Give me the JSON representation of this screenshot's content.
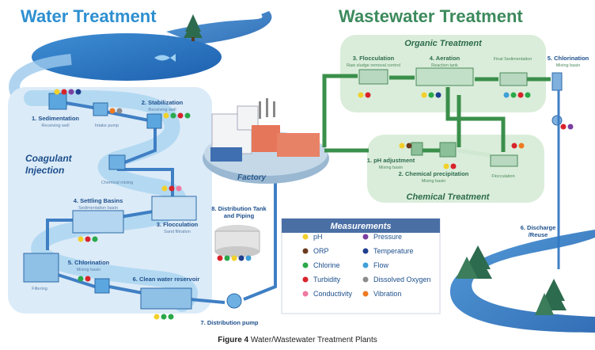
{
  "titles": {
    "water": "Water Treatment",
    "wastewater": "Wastewater Treatment"
  },
  "water_treatment": {
    "coagulant": "Coagulant Injection",
    "steps": [
      {
        "label": "1. Sedimentation",
        "sub": "Receiving well"
      },
      {
        "label": "",
        "sub": "Intake pump"
      },
      {
        "label": "2. Stabilization",
        "sub": "Receiving well"
      },
      {
        "label": "",
        "sub": "Chemical mixing"
      },
      {
        "label": "4. Settling Basins",
        "sub": "Sedimentation basin"
      },
      {
        "label": "3. Flocculation",
        "sub": "Sand filtration"
      },
      {
        "label": "",
        "sub": "Filtering"
      },
      {
        "label": "5. Chlorination",
        "sub": "Mixing basin"
      },
      {
        "label": "6. Clean water reservoir",
        "sub": ""
      },
      {
        "label": "7. Distribution pump",
        "sub": ""
      },
      {
        "label": "8. Distribution Tank and Piping",
        "sub": ""
      }
    ]
  },
  "factory": {
    "label": "Factory"
  },
  "wastewater_treatment": {
    "organic_title": "Organic Treatment",
    "chemical_title": "Chemical Treatment",
    "steps": [
      {
        "label": "3. Flocculation",
        "sub": "Raw sludge removal control"
      },
      {
        "label": "4. Aeration",
        "sub": "Reaction tank"
      },
      {
        "label": "",
        "sub": "Final Sedimentation"
      },
      {
        "label": "5. Chlorination",
        "sub": "Mixing basin"
      },
      {
        "label": "1. pH adjustment",
        "sub": "Mixing basin"
      },
      {
        "label": "2. Chemical precipitation",
        "sub": "Mixing basin"
      },
      {
        "label": "",
        "sub": "Flocculation"
      },
      {
        "label": "6. Discharge /Reuse",
        "sub": ""
      }
    ]
  },
  "measurements": {
    "title": "Measurements",
    "items": [
      {
        "name": "pH",
        "color": "#f2d02b"
      },
      {
        "name": "Pressure",
        "color": "#7b3fa0"
      },
      {
        "name": "ORP",
        "color": "#6b3a1e"
      },
      {
        "name": "Temperature",
        "color": "#1f3f8f"
      },
      {
        "name": "Chlorine",
        "color": "#2aa84a"
      },
      {
        "name": "Flow",
        "color": "#3fa0d8"
      },
      {
        "name": "Turbidity",
        "color": "#d8232a"
      },
      {
        "name": "Dissolved Oxygen",
        "color": "#8c8c8c"
      },
      {
        "name": "Conductivity",
        "color": "#f07aa0"
      },
      {
        "name": "Vibration",
        "color": "#ee7a22"
      }
    ]
  },
  "caption": {
    "bold": "Figure 4",
    "text": " Water/Wastewater Treatment Plants"
  }
}
